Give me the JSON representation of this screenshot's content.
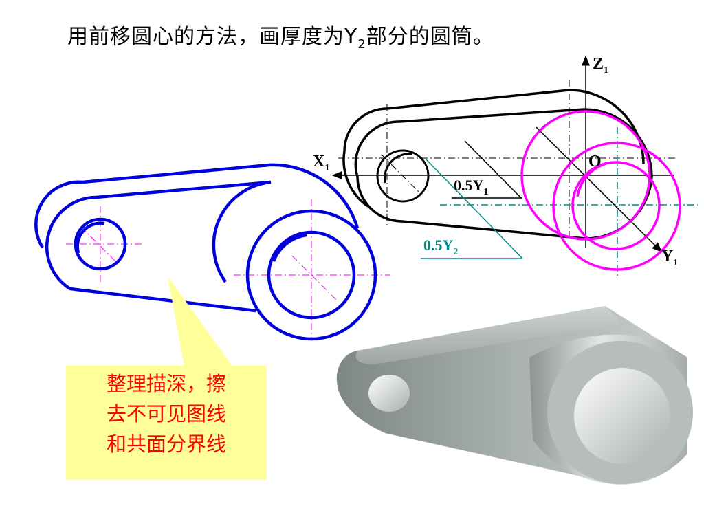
{
  "title": {
    "text_before": "用前移圆心的方法，画厚度为Y",
    "subscript": "2",
    "text_after": "部分的圆筒。"
  },
  "axes": {
    "z": {
      "main": "Z",
      "sub": "1"
    },
    "x": {
      "main": "X",
      "sub": "1"
    },
    "y": {
      "main": "Y",
      "sub": "1"
    },
    "origin": "O"
  },
  "dimensions": {
    "half_y1": {
      "main": "0.5Y",
      "sub": "1"
    },
    "half_y2": {
      "main": "0.5Y",
      "sub": "2"
    }
  },
  "callout": {
    "lines": [
      "整理描深，擦",
      "去不可见图线",
      "和共面分界线"
    ]
  },
  "colors": {
    "construction": "#000000",
    "new_circles": "#ff00ff",
    "result_outline": "#0000dd",
    "centerline": "#ff00ff",
    "dimension_y2": "#008b8b",
    "callout_bg": "#ffff99",
    "callout_text": "#ff0000",
    "model_grey": "#9aa3a0"
  }
}
